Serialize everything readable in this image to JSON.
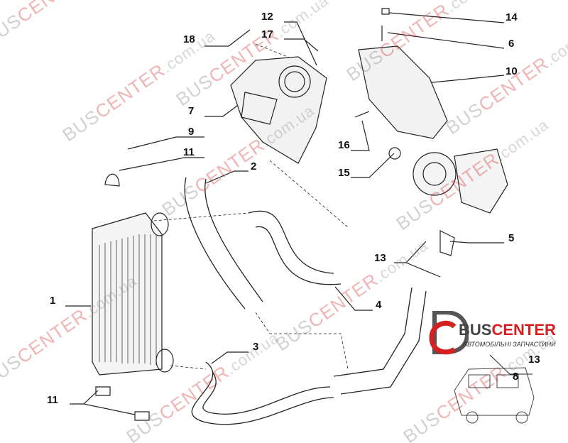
{
  "watermark": {
    "part1": "BUS",
    "part2": "CENTER",
    "part3": ".com.ua"
  },
  "logo": {
    "name_part1": "BUS",
    "name_part2": "CENTER",
    "tagline": "АВТОМОБІЛЬНІ ЗАПЧАСТИНИ"
  },
  "callouts": [
    {
      "id": "18",
      "text": "18"
    },
    {
      "id": "12",
      "text": "12"
    },
    {
      "id": "17",
      "text": "17"
    },
    {
      "id": "14",
      "text": "14"
    },
    {
      "id": "6",
      "text": "6"
    },
    {
      "id": "10",
      "text": "10"
    },
    {
      "id": "7",
      "text": "7"
    },
    {
      "id": "9",
      "text": "9"
    },
    {
      "id": "11a",
      "text": "11"
    },
    {
      "id": "16",
      "text": "16"
    },
    {
      "id": "2",
      "text": "2"
    },
    {
      "id": "15",
      "text": "15"
    },
    {
      "id": "5",
      "text": "5"
    },
    {
      "id": "13a",
      "text": "13"
    },
    {
      "id": "1",
      "text": "1"
    },
    {
      "id": "4",
      "text": "4"
    },
    {
      "id": "3",
      "text": "3"
    },
    {
      "id": "13b",
      "text": "13"
    },
    {
      "id": "8",
      "text": "8"
    },
    {
      "id": "11b",
      "text": "11"
    }
  ]
}
